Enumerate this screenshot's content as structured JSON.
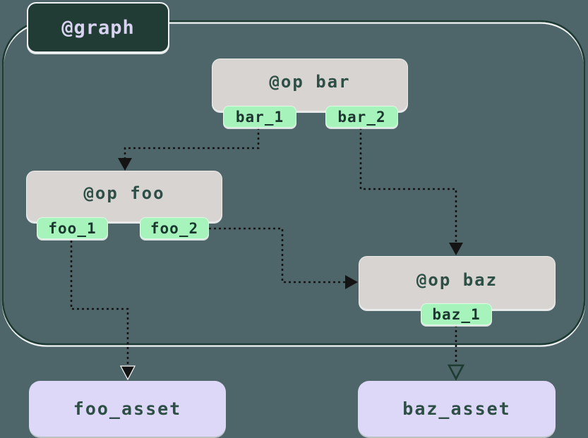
{
  "diagram": {
    "graph_label": "@graph",
    "ops": [
      {
        "id": "bar",
        "title": "@op bar",
        "outputs": [
          "bar_1",
          "bar_2"
        ]
      },
      {
        "id": "foo",
        "title": "@op foo",
        "outputs": [
          "foo_1",
          "foo_2"
        ]
      },
      {
        "id": "baz",
        "title": "@op baz",
        "outputs": [
          "baz_1"
        ]
      }
    ],
    "assets": [
      {
        "id": "foo_asset",
        "label": "foo_asset"
      },
      {
        "id": "baz_asset",
        "label": "baz_asset"
      }
    ],
    "edges": [
      {
        "from": "bar_1",
        "to": "@op foo"
      },
      {
        "from": "bar_2",
        "to": "@op baz"
      },
      {
        "from": "foo_2",
        "to": "@op baz"
      },
      {
        "from": "foo_1",
        "to": "foo_asset"
      },
      {
        "from": "baz_1",
        "to": "baz_asset"
      }
    ],
    "colors": {
      "background": "#4e6669",
      "graph_border": "#1e3b33",
      "graph_label_bg": "#203c34",
      "graph_label_text": "#d8d3f0",
      "op_bg": "#d7d4d2",
      "op_text": "#2e4f45",
      "output_tag_bg": "#a6f4bb",
      "output_tag_text": "#1b372f",
      "asset_bg": "#ddd8f8",
      "asset_text": "#2e4f45",
      "edge": "#141414"
    }
  }
}
